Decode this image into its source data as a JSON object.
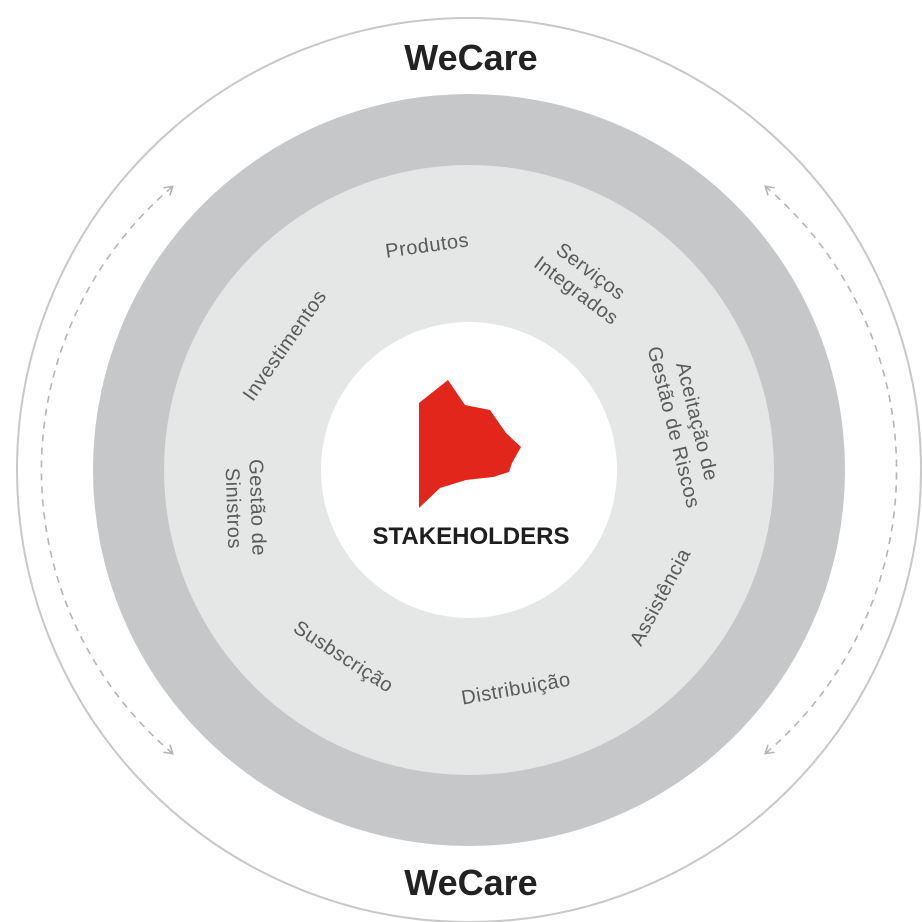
{
  "diagram": {
    "brand_top": "WeCare",
    "brand_bottom": "WeCare",
    "center_label": "STAKEHOLDERS",
    "segments": [
      {
        "id": "produtos",
        "lines": [
          "Produtos"
        ]
      },
      {
        "id": "servicos",
        "lines": [
          "Serviços",
          "Integrados"
        ]
      },
      {
        "id": "aceitacao",
        "lines": [
          "Aceitação de",
          "Gestão de Riscos"
        ]
      },
      {
        "id": "assistencia",
        "lines": [
          "Assistência"
        ]
      },
      {
        "id": "distribuicao",
        "lines": [
          "Distribuição"
        ]
      },
      {
        "id": "subscricao",
        "lines": [
          "Susbscrição"
        ]
      },
      {
        "id": "sinistros",
        "lines": [
          "Gestão de",
          "Sinistros"
        ]
      },
      {
        "id": "investimentos",
        "lines": [
          "Investimentos"
        ]
      }
    ],
    "colors": {
      "outer_ring_stroke": "#c8c8c8",
      "dark_ring": "#c6c7c8",
      "light_ring": "#e5e6e6",
      "center": "#ffffff",
      "logo": "#e3261b",
      "dashed_arrow": "#b5b5b5",
      "label_text": "#5a5a5a"
    },
    "icons": [
      "stakeholder-logo-icon",
      "dashed-cycle-arrow-icon"
    ]
  }
}
